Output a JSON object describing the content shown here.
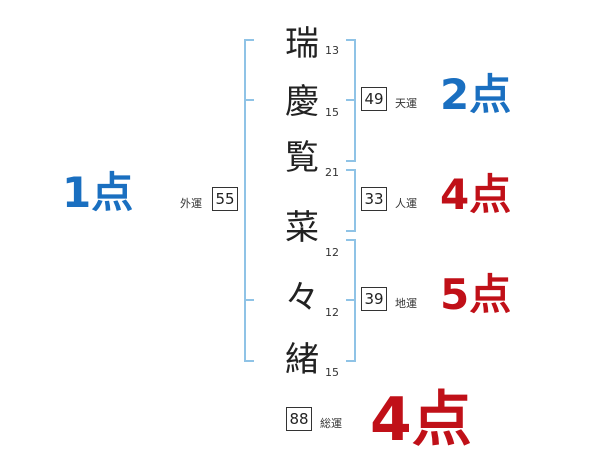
{
  "name": [
    {
      "char": "瑞",
      "strokes": "13"
    },
    {
      "char": "慶",
      "strokes": "15"
    },
    {
      "char": "覧",
      "strokes": "21"
    },
    {
      "char": "菜",
      "strokes": "12"
    },
    {
      "char": "々",
      "strokes": "12"
    },
    {
      "char": "緒",
      "strokes": "15"
    }
  ],
  "fortunes": {
    "gaiun": {
      "label": "外運",
      "value": "55",
      "score": "1点"
    },
    "tenun": {
      "label": "天運",
      "value": "49",
      "score": "2点"
    },
    "jinun": {
      "label": "人運",
      "value": "33",
      "score": "4点"
    },
    "chiun": {
      "label": "地運",
      "value": "39",
      "score": "5点"
    },
    "souun": {
      "label": "総運",
      "value": "88",
      "score": "4点"
    }
  },
  "colors": {
    "blue": "#1a6fc0",
    "red": "#c01018",
    "bracket": "#8fc3e6"
  }
}
